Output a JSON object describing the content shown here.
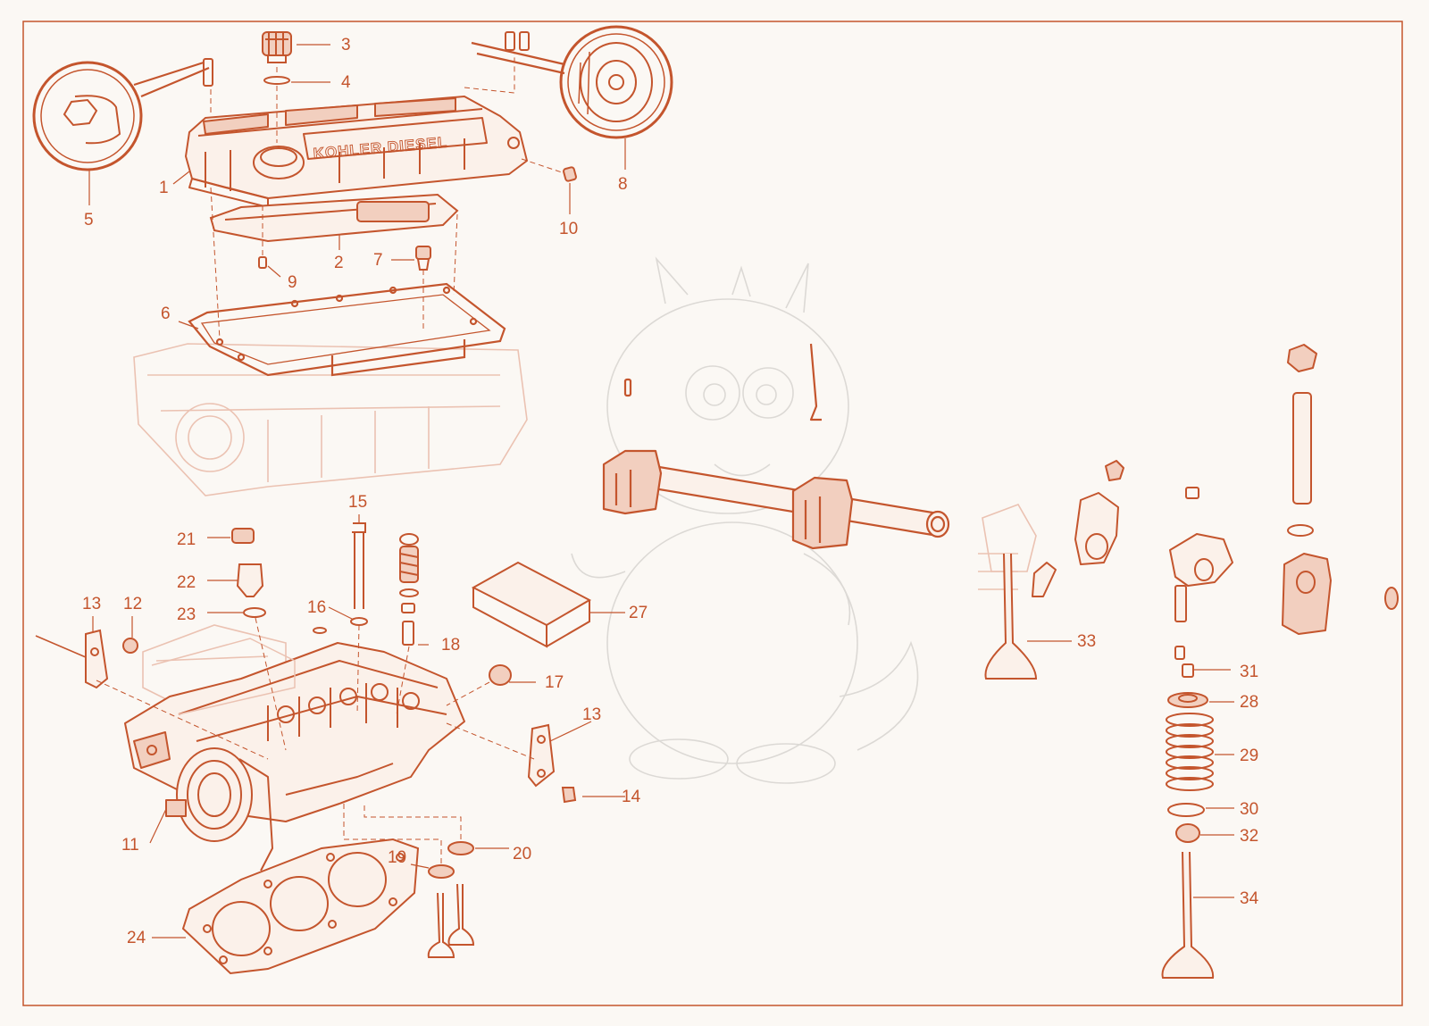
{
  "colors": {
    "line": "#c4552d",
    "ghost": "#ebc2b2",
    "watermark": "#d9d6d2",
    "paper": "#fbf8f4",
    "fill": "#f6dccf"
  },
  "diagram": {
    "brand_text": "KOHLER DIESEL",
    "callouts": [
      {
        "id": "1",
        "label": "1"
      },
      {
        "id": "2",
        "label": "2"
      },
      {
        "id": "3",
        "label": "3"
      },
      {
        "id": "4",
        "label": "4"
      },
      {
        "id": "5",
        "label": "5"
      },
      {
        "id": "6",
        "label": "6"
      },
      {
        "id": "7",
        "label": "7"
      },
      {
        "id": "8",
        "label": "8"
      },
      {
        "id": "9",
        "label": "9"
      },
      {
        "id": "10",
        "label": "10"
      },
      {
        "id": "11",
        "label": "11"
      },
      {
        "id": "12",
        "label": "12"
      },
      {
        "id": "13a",
        "label": "13"
      },
      {
        "id": "13b",
        "label": "13"
      },
      {
        "id": "14",
        "label": "14"
      },
      {
        "id": "15",
        "label": "15"
      },
      {
        "id": "16",
        "label": "16"
      },
      {
        "id": "17",
        "label": "17"
      },
      {
        "id": "18",
        "label": "18"
      },
      {
        "id": "19",
        "label": "19"
      },
      {
        "id": "20",
        "label": "20"
      },
      {
        "id": "21",
        "label": "21"
      },
      {
        "id": "22",
        "label": "22"
      },
      {
        "id": "23",
        "label": "23"
      },
      {
        "id": "24",
        "label": "24"
      },
      {
        "id": "27",
        "label": "27"
      },
      {
        "id": "28",
        "label": "28"
      },
      {
        "id": "29",
        "label": "29"
      },
      {
        "id": "30",
        "label": "30"
      },
      {
        "id": "31",
        "label": "31"
      },
      {
        "id": "32",
        "label": "32"
      },
      {
        "id": "33",
        "label": "33"
      },
      {
        "id": "34",
        "label": "34"
      }
    ]
  }
}
